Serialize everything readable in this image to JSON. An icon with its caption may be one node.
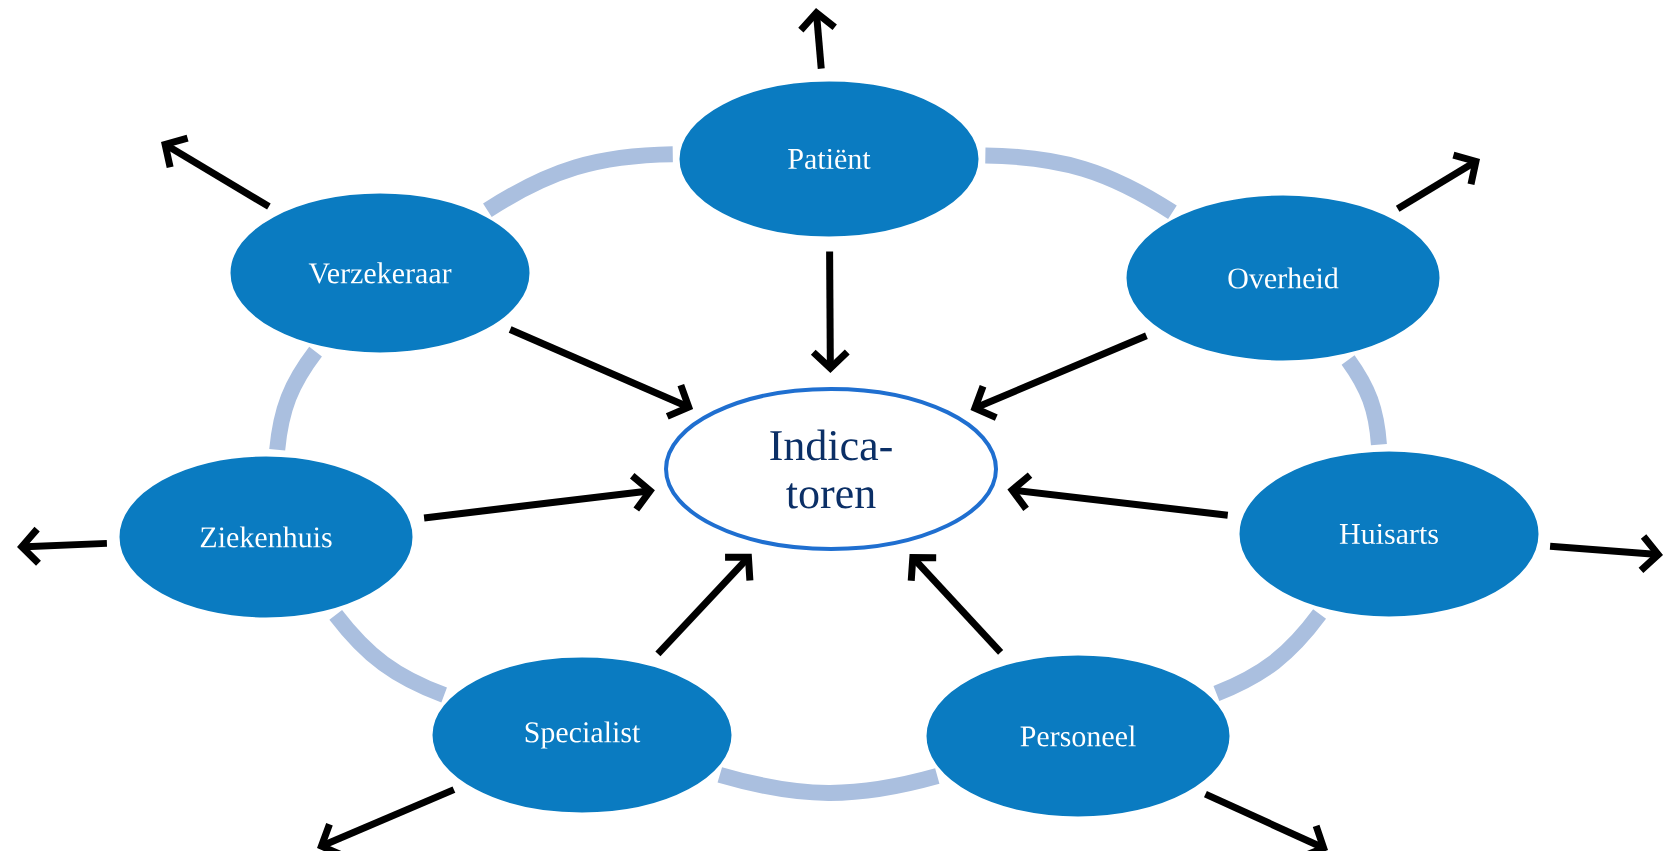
{
  "diagram": {
    "nodes": [
      {
        "text": [
          "Patiënt"
        ]
      },
      {
        "text": [
          "Verzekeraar"
        ]
      },
      {
        "text": [
          "Overheid"
        ]
      },
      {
        "text": [
          "Indica- toren"
        ]
      },
      {
        "text": [
          "Ziekenhuis"
        ]
      },
      {
        "text": [
          "Huisarts"
        ]
      },
      {
        "text": [
          "Specialist"
        ]
      },
      {
        "text": [
          "Personeel"
        ]
      }
    ],
    "edges": [
      {
        "from": 0,
        "to": 3,
        "arrow": "to"
      },
      {
        "from": 1,
        "to": 3,
        "arrow": "to"
      },
      {
        "from": 2,
        "to": 3,
        "arrow": "to"
      },
      {
        "from": 4,
        "to": 3,
        "arrow": "to"
      },
      {
        "from": 5,
        "to": 3,
        "arrow": "to"
      },
      {
        "from": 6,
        "to": 3,
        "arrow": "to"
      },
      {
        "from": 7,
        "to": 3,
        "arrow": "to"
      },
      {
        "from": 0,
        "to": null,
        "arrow": "to"
      },
      {
        "from": 1,
        "to": null,
        "arrow": "to"
      },
      {
        "from": 2,
        "to": null,
        "arrow": "to"
      },
      {
        "from": 4,
        "to": null,
        "arrow": "to"
      },
      {
        "from": 5,
        "to": null,
        "arrow": "to"
      },
      {
        "from": 6,
        "to": null,
        "arrow": "to"
      },
      {
        "from": 7,
        "to": null,
        "arrow": "to"
      },
      {
        "from": 0,
        "to": 2,
        "arrow": "none",
        "style": "thick",
        "color": "#aabfdf"
      },
      {
        "from": 2,
        "to": 5,
        "arrow": "none",
        "style": "thick",
        "color": "#aabfdf"
      },
      {
        "from": 5,
        "to": 7,
        "arrow": "none",
        "style": "thick",
        "color": "#aabfdf"
      },
      {
        "from": 7,
        "to": 6,
        "arrow": "none",
        "style": "thick",
        "color": "#aabfdf"
      },
      {
        "from": 6,
        "to": 4,
        "arrow": "none",
        "style": "thick",
        "color": "#aabfdf"
      },
      {
        "from": 4,
        "to": 1,
        "arrow": "none",
        "style": "thick",
        "color": "#aabfdf"
      },
      {
        "from": 1,
        "to": 0,
        "arrow": "none",
        "style": "thick",
        "color": "#aabfdf"
      }
    ]
  }
}
